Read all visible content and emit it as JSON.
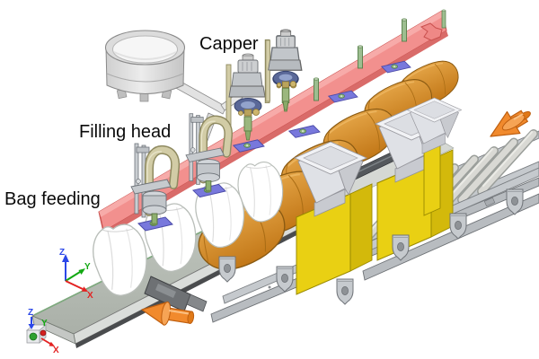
{
  "diagram": {
    "labels": {
      "capper": "Capper",
      "filling_head": "Filling head",
      "bag_feeding": "Bag feeding"
    },
    "axes": {
      "x": "X",
      "y": "Y",
      "z": "Z"
    },
    "colors": {
      "guide_rail_red": "#F2908E",
      "empty_bag_white": "#FFFFFF",
      "filled_bag_brown": "#D8902F",
      "bag_cap_blue": "#7878DC",
      "cabinet_yellow": "#E9D013",
      "flow_arrow_orange": "#F18A2D",
      "nozzle_green": "#8FB070",
      "pipe_tan": "#D2CCA6",
      "metal_gray": "#C5C9CD",
      "axis_x_red": "#E32222",
      "axis_y_green": "#12A812",
      "axis_z_blue": "#2B47E8"
    },
    "components": [
      "cap-feeder-bowl",
      "cap-chute",
      "capper-heads",
      "filling-heads",
      "empty-bags",
      "filled-bags",
      "bag-caps",
      "guide-rail",
      "bag-feeding-belt",
      "roller-conveyor",
      "weigh-hoppers",
      "machine-cabinets",
      "flow-arrows",
      "coordinate-triads"
    ]
  }
}
